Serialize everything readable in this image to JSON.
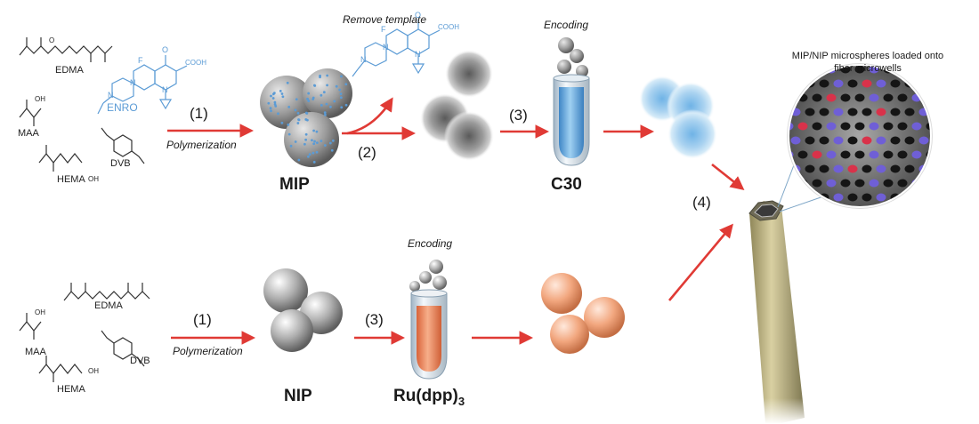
{
  "labels": {
    "remove_template": "Remove template",
    "encoding_top": "Encoding",
    "encoding_bottom": "Encoding",
    "polymerization_top": "Polymerization",
    "polymerization_bottom": "Polymerization",
    "step1_top": "(1)",
    "step1_bottom": "(1)",
    "step2": "(2)",
    "step3_top": "(3)",
    "step3_bottom": "(3)",
    "step4": "(4)",
    "mip": "MIP",
    "nip": "NIP",
    "c30": "C30",
    "ru_main": "Ru(dpp)",
    "ru_sub": "3",
    "fiber_note": "MIP/NIP microspheres loaded onto fiber microwells"
  },
  "molecules": {
    "top_edma": "EDMA",
    "top_maa": "MAA",
    "top_hema": "HEMA",
    "top_dvb": "DVB",
    "enro": "ENRO",
    "enro_cooh": "COOH",
    "enro_f": "F",
    "enro_o": "O",
    "enro_n1": "N",
    "enro_n2": "N",
    "enro_n3": "N",
    "tpl_cooh": "COOH",
    "tpl_f": "F",
    "tpl_o": "O",
    "tpl_n1": "N",
    "tpl_n2": "N",
    "tpl_n3": "N",
    "bot_edma": "EDMA",
    "bot_maa": "MAA",
    "bot_hema": "HEMA",
    "bot_dvb": "DVB",
    "oh": "OH",
    "o": "O"
  },
  "colors": {
    "arrow_red": "#e03a35",
    "enro_blue": "#5b9bd5",
    "marker_red": "#d9324a",
    "marker_blue": "#6f5fd6",
    "c30_fill": "#6aaee3",
    "ru_fill": "#f08a60",
    "fiber": "#b7ad7a"
  }
}
